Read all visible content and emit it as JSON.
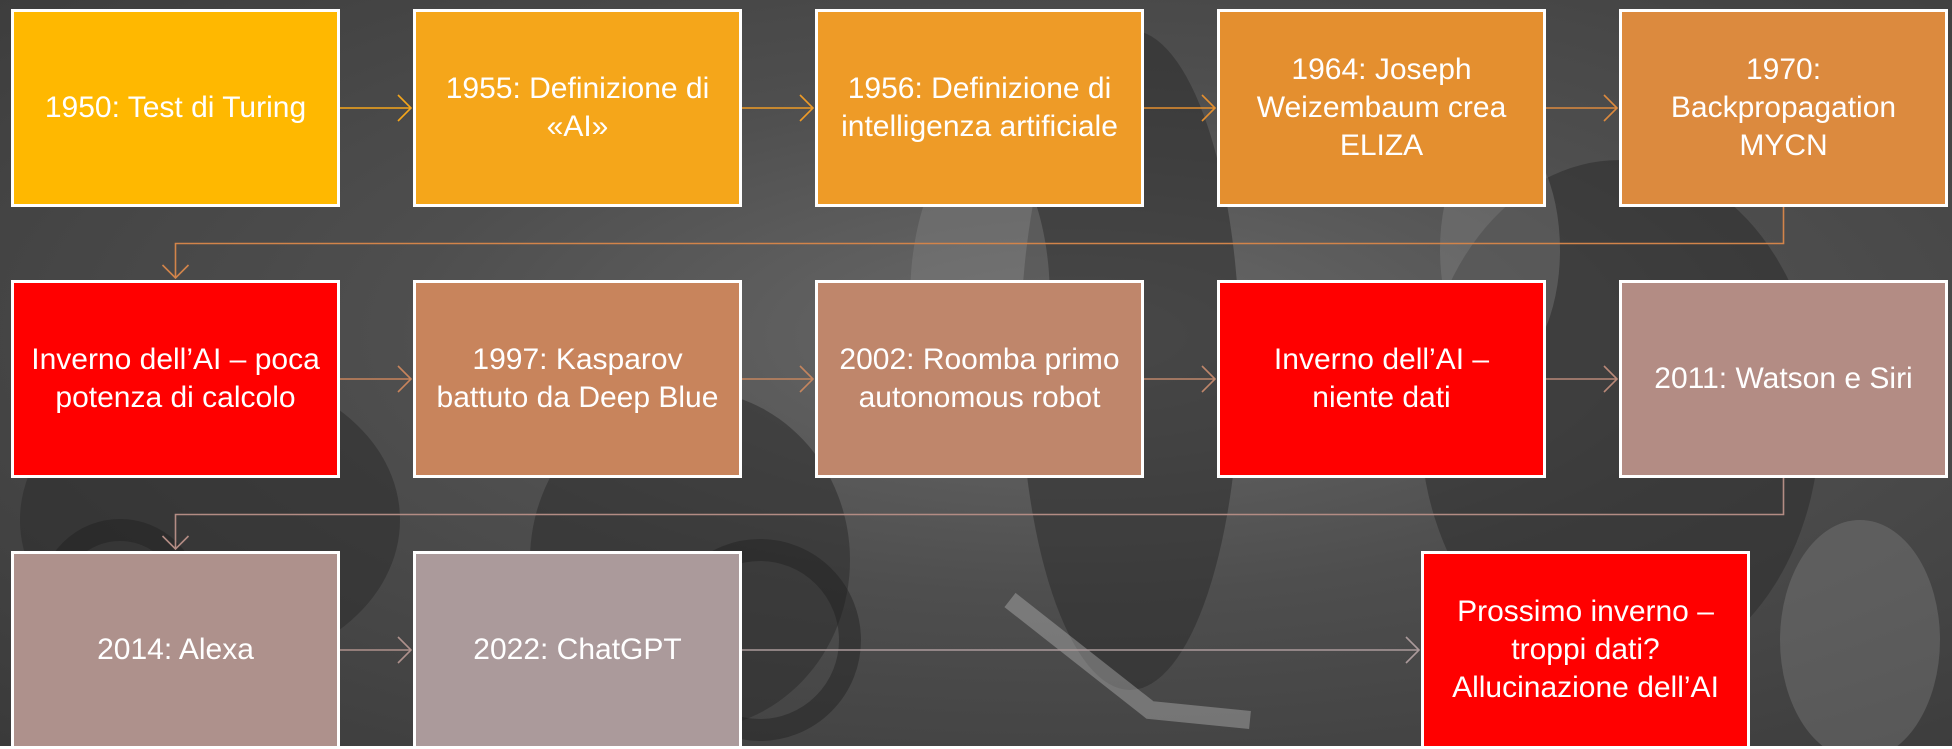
{
  "diagram": {
    "nodes": [
      {
        "id": "n1",
        "label": "1950: Test di Turing",
        "color": "#FFB800"
      },
      {
        "id": "n2",
        "label": "1955: Definizione di «AI»",
        "color": "#F5A61A"
      },
      {
        "id": "n3",
        "label": "1956: Definizione di intelligenza artificiale",
        "color": "#EE9B27"
      },
      {
        "id": "n4",
        "label": "1964: Joseph Weizembaum crea ELIZA",
        "color": "#E48F2F"
      },
      {
        "id": "n5",
        "label": "1970: Backpropagation MYCN",
        "color": "#DC8A3E"
      },
      {
        "id": "n6",
        "label": "Inverno dell’AI – poca potenza di calcolo",
        "color": "#FF0000"
      },
      {
        "id": "n7",
        "label": "1997: Kasparov battuto da Deep Blue",
        "color": "#C8845C"
      },
      {
        "id": "n8",
        "label": "2002: Roomba primo autonomous robot",
        "color": "#BF866B"
      },
      {
        "id": "n9",
        "label": "Inverno dell’AI – niente dati",
        "color": "#FF0000"
      },
      {
        "id": "n10",
        "label": "2011: Watson e Siri",
        "color": "#B38C84"
      },
      {
        "id": "n11",
        "label": "2014: Alexa",
        "color": "#AE918C"
      },
      {
        "id": "n12",
        "label": "2022: ChatGPT",
        "color": "#AB9A9B"
      },
      {
        "id": "n13",
        "label": "Prossimo inverno – troppi dati? Allucinazione dell’AI",
        "color": "#FF0000"
      }
    ],
    "edges": [
      {
        "from": "n1",
        "to": "n2",
        "color": "#F5A61A"
      },
      {
        "from": "n2",
        "to": "n3",
        "color": "#EE9B27"
      },
      {
        "from": "n3",
        "to": "n4",
        "color": "#E48F2F"
      },
      {
        "from": "n4",
        "to": "n5",
        "color": "#DC8A3E"
      },
      {
        "from": "n5",
        "to": "n6",
        "color": "#D2844A"
      },
      {
        "from": "n6",
        "to": "n7",
        "color": "#C8845C"
      },
      {
        "from": "n7",
        "to": "n8",
        "color": "#C4855E"
      },
      {
        "from": "n8",
        "to": "n9",
        "color": "#BF866B"
      },
      {
        "from": "n9",
        "to": "n10",
        "color": "#B98878"
      },
      {
        "from": "n10",
        "to": "n11",
        "color": "#B38C84"
      },
      {
        "from": "n11",
        "to": "n12",
        "color": "#AE918C"
      },
      {
        "from": "n12",
        "to": "n13",
        "color": "#AB9A9B"
      }
    ]
  }
}
